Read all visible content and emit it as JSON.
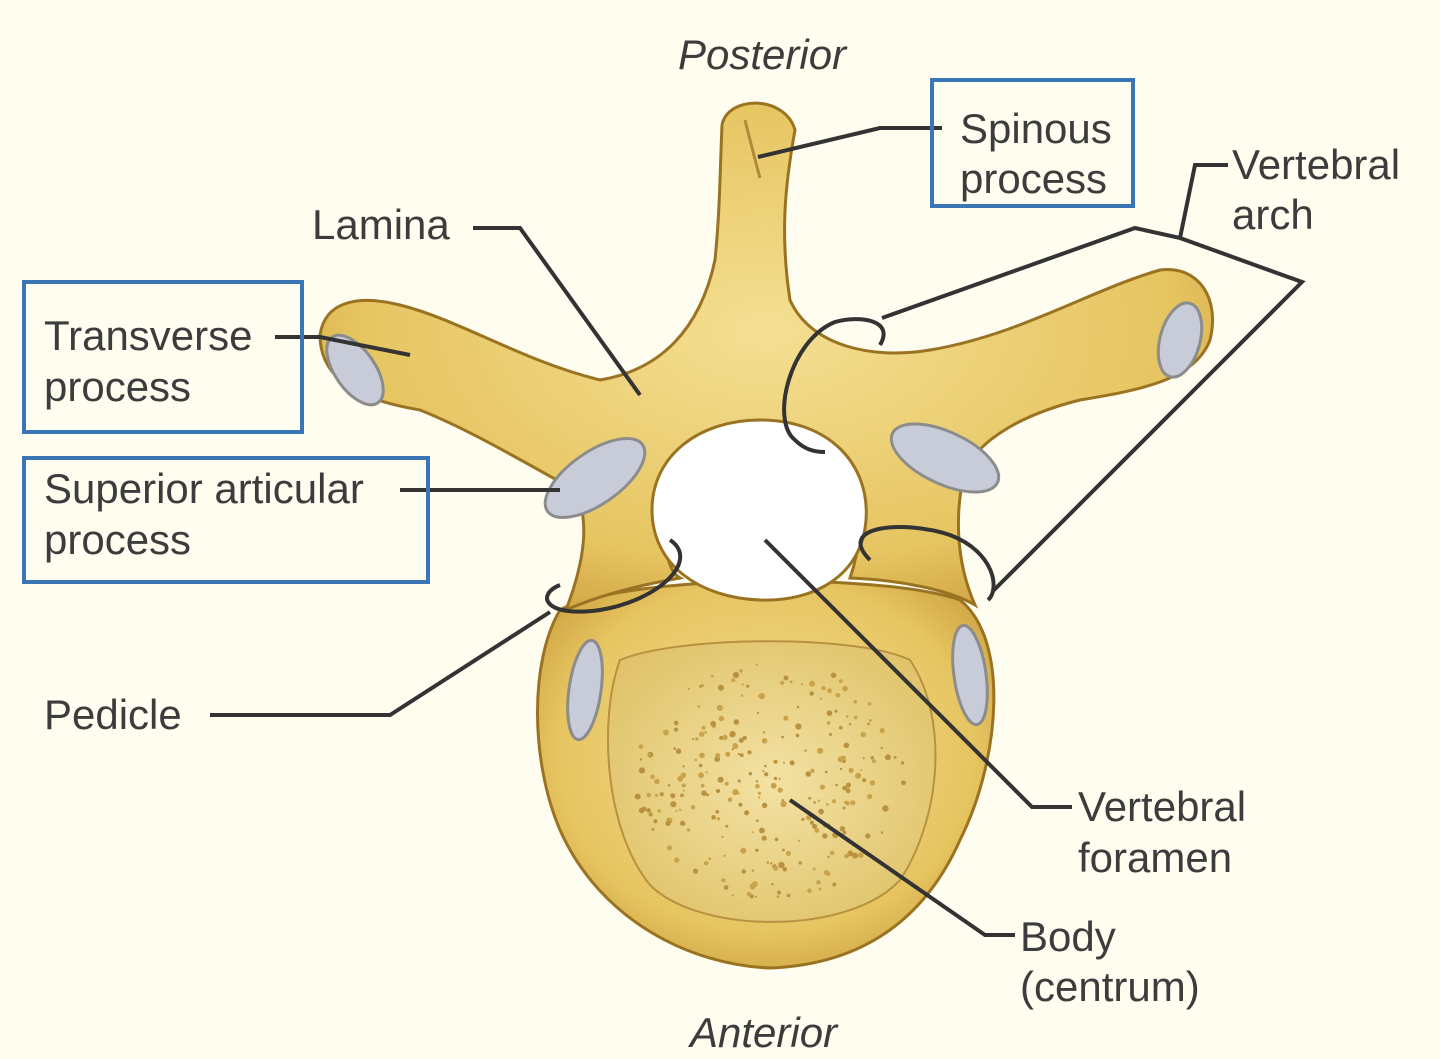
{
  "orientation": {
    "top": "Posterior",
    "bottom": "Anterior"
  },
  "labels": {
    "spinous_process": [
      "Spinous",
      "process"
    ],
    "vertebral_arch": [
      "Vertebral",
      "arch"
    ],
    "lamina": "Lamina",
    "transverse_process": [
      "Transverse",
      "process"
    ],
    "superior_articular_process": [
      "Superior articular",
      "process"
    ],
    "pedicle": "Pedicle",
    "vertebral_foramen": [
      "Vertebral",
      "foramen"
    ],
    "body": [
      "Body",
      "(centrum)"
    ]
  },
  "highlighted_labels": [
    "Spinous process",
    "Transverse process",
    "Superior articular process"
  ],
  "colors": {
    "bone": "#e6c561",
    "bone_outline": "#9a7322",
    "cartilage": "#c8ccd8",
    "highlight_box": "#3a76b5",
    "background": "#fffdf0",
    "leader_line": "#333333"
  }
}
